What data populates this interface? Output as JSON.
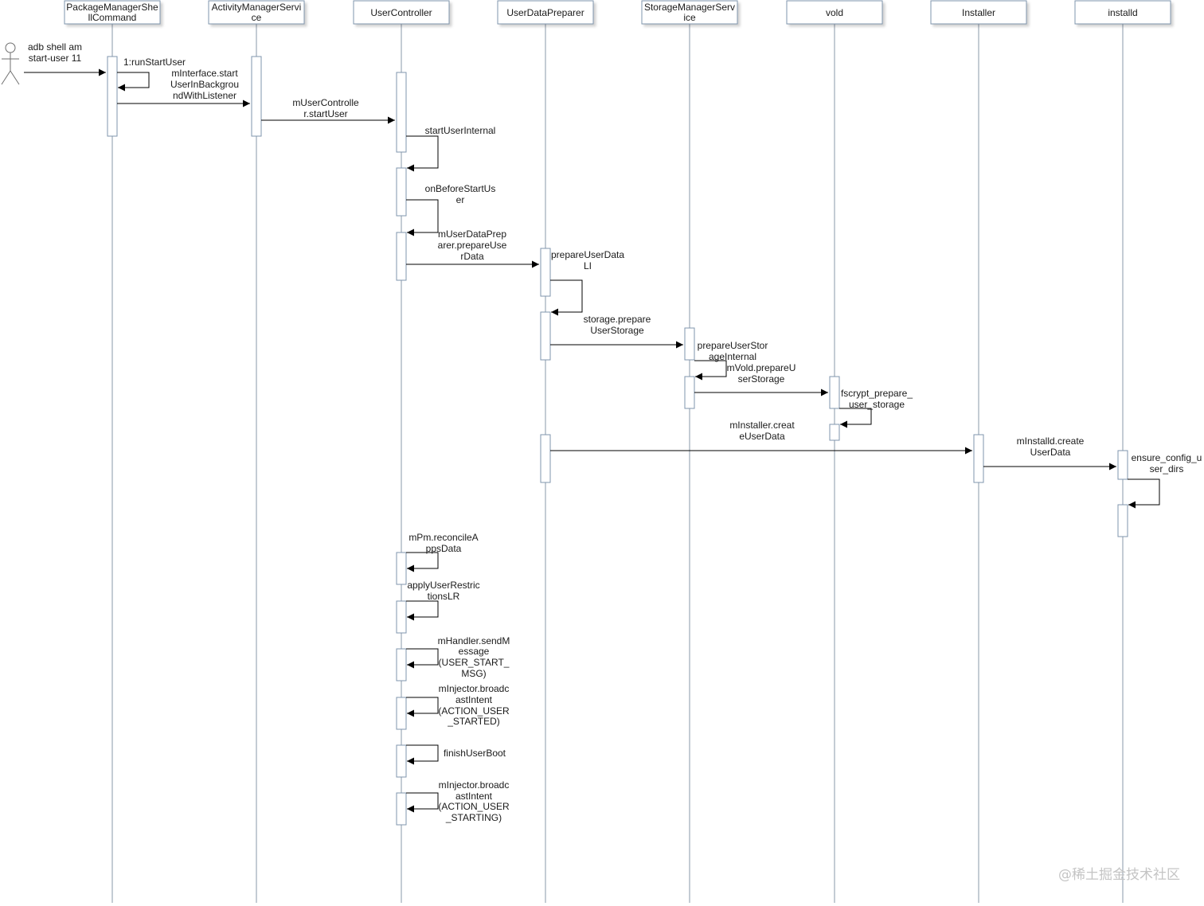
{
  "participants": [
    {
      "id": "pmsc",
      "lines": [
        "PackageManagerShe",
        "llCommand"
      ]
    },
    {
      "id": "ams",
      "lines": [
        "ActivityManagerServi",
        "ce"
      ]
    },
    {
      "id": "uc",
      "lines": [
        "UserController"
      ]
    },
    {
      "id": "udp",
      "lines": [
        "UserDataPreparer"
      ]
    },
    {
      "id": "sms",
      "lines": [
        "StorageManagerServ",
        "ice"
      ]
    },
    {
      "id": "vold",
      "lines": [
        "vold"
      ]
    },
    {
      "id": "inst",
      "lines": [
        "Installer"
      ]
    },
    {
      "id": "installd",
      "lines": [
        "installd"
      ]
    }
  ],
  "actor": {
    "lines": [
      "adb shell am",
      "start-user 11"
    ]
  },
  "messages": [
    {
      "id": "m1",
      "lines": [
        "1:runStartUser"
      ]
    },
    {
      "id": "m2",
      "lines": [
        "mInterface.start",
        "UserInBackgrou",
        "ndWithListener"
      ]
    },
    {
      "id": "m3",
      "lines": [
        "mUserControlle",
        "r.startUser"
      ]
    },
    {
      "id": "m4",
      "lines": [
        "startUserInternal"
      ]
    },
    {
      "id": "m5",
      "lines": [
        "onBeforeStartUs",
        "er"
      ]
    },
    {
      "id": "m6",
      "lines": [
        "mUserDataPrep",
        "arer.prepareUse",
        "rData"
      ]
    },
    {
      "id": "m7",
      "lines": [
        "prepareUserData",
        "LI"
      ]
    },
    {
      "id": "m8",
      "lines": [
        "storage.prepare",
        "UserStorage"
      ]
    },
    {
      "id": "m9",
      "lines": [
        "prepareUserStor",
        "ageInternal"
      ]
    },
    {
      "id": "m10",
      "lines": [
        "mVold.prepareU",
        "serStorage"
      ]
    },
    {
      "id": "m11",
      "lines": [
        "fscrypt_prepare_",
        "user_storage"
      ]
    },
    {
      "id": "m12",
      "lines": [
        "mInstaller.creat",
        "eUserData"
      ]
    },
    {
      "id": "m13",
      "lines": [
        "mInstalld.create",
        "UserData"
      ]
    },
    {
      "id": "m14",
      "lines": [
        "ensure_config_u",
        "ser_dirs"
      ]
    },
    {
      "id": "m15",
      "lines": [
        "mPm.reconcileA",
        "ppsData"
      ]
    },
    {
      "id": "m16",
      "lines": [
        "applyUserRestric",
        "tionsLR"
      ]
    },
    {
      "id": "m17",
      "lines": [
        "mHandler.sendM",
        "essage",
        "(USER_START_",
        "MSG)"
      ]
    },
    {
      "id": "m18",
      "lines": [
        "mInjector.broadc",
        "astIntent",
        "(ACTION_USER",
        "_STARTED)"
      ]
    },
    {
      "id": "m19",
      "lines": [
        "finishUserBoot"
      ]
    },
    {
      "id": "m20",
      "lines": [
        "mInjector.broadc",
        "astIntent",
        "(ACTION_USER",
        "_STARTING)"
      ]
    }
  ],
  "watermark": "@稀土掘金技术社区"
}
